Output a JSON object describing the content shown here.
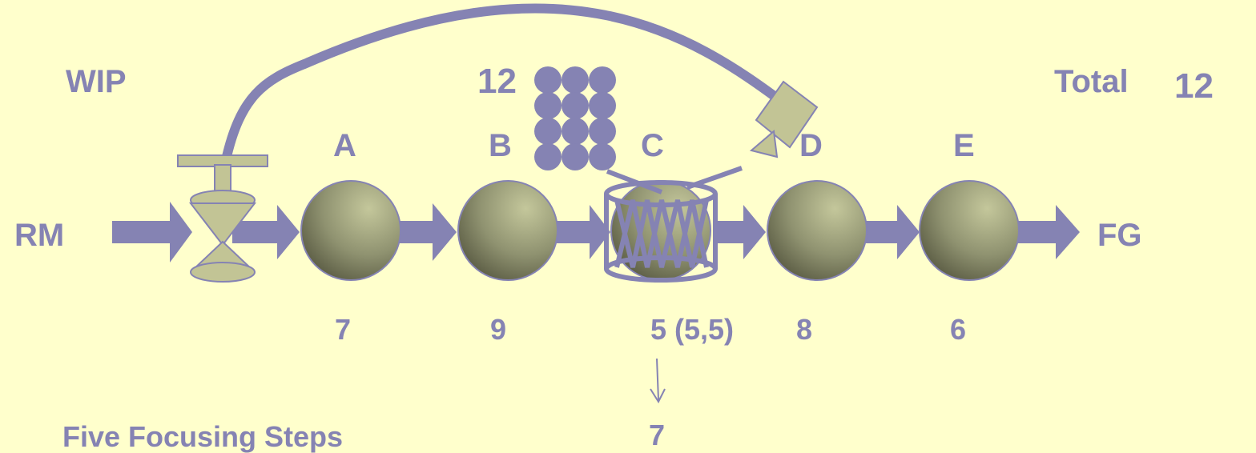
{
  "colors": {
    "background": "#ffffcc",
    "flow": "#8583b3",
    "station_fill": "#8f9270",
    "rope_device": "#c2c495"
  },
  "labels": {
    "wip": "WIP",
    "wip_count": "12",
    "total": "Total",
    "total_value": "12",
    "rm": "RM",
    "fg": "FG",
    "five_steps": "Five Focusing Steps",
    "elevated_capacity": "7"
  },
  "stations": [
    {
      "name": "A",
      "capacity": "7"
    },
    {
      "name": "B",
      "capacity": "9"
    },
    {
      "name": "C",
      "capacity": "5 (5,5)"
    },
    {
      "name": "D",
      "capacity": "8"
    },
    {
      "name": "E",
      "capacity": "6"
    }
  ],
  "buffer": {
    "rows": 4,
    "cols": 3,
    "count": 12
  },
  "icons": {
    "gate": "hourglass-valve-icon",
    "drum": "drum-icon",
    "pointer": "hand-pointer-icon"
  }
}
